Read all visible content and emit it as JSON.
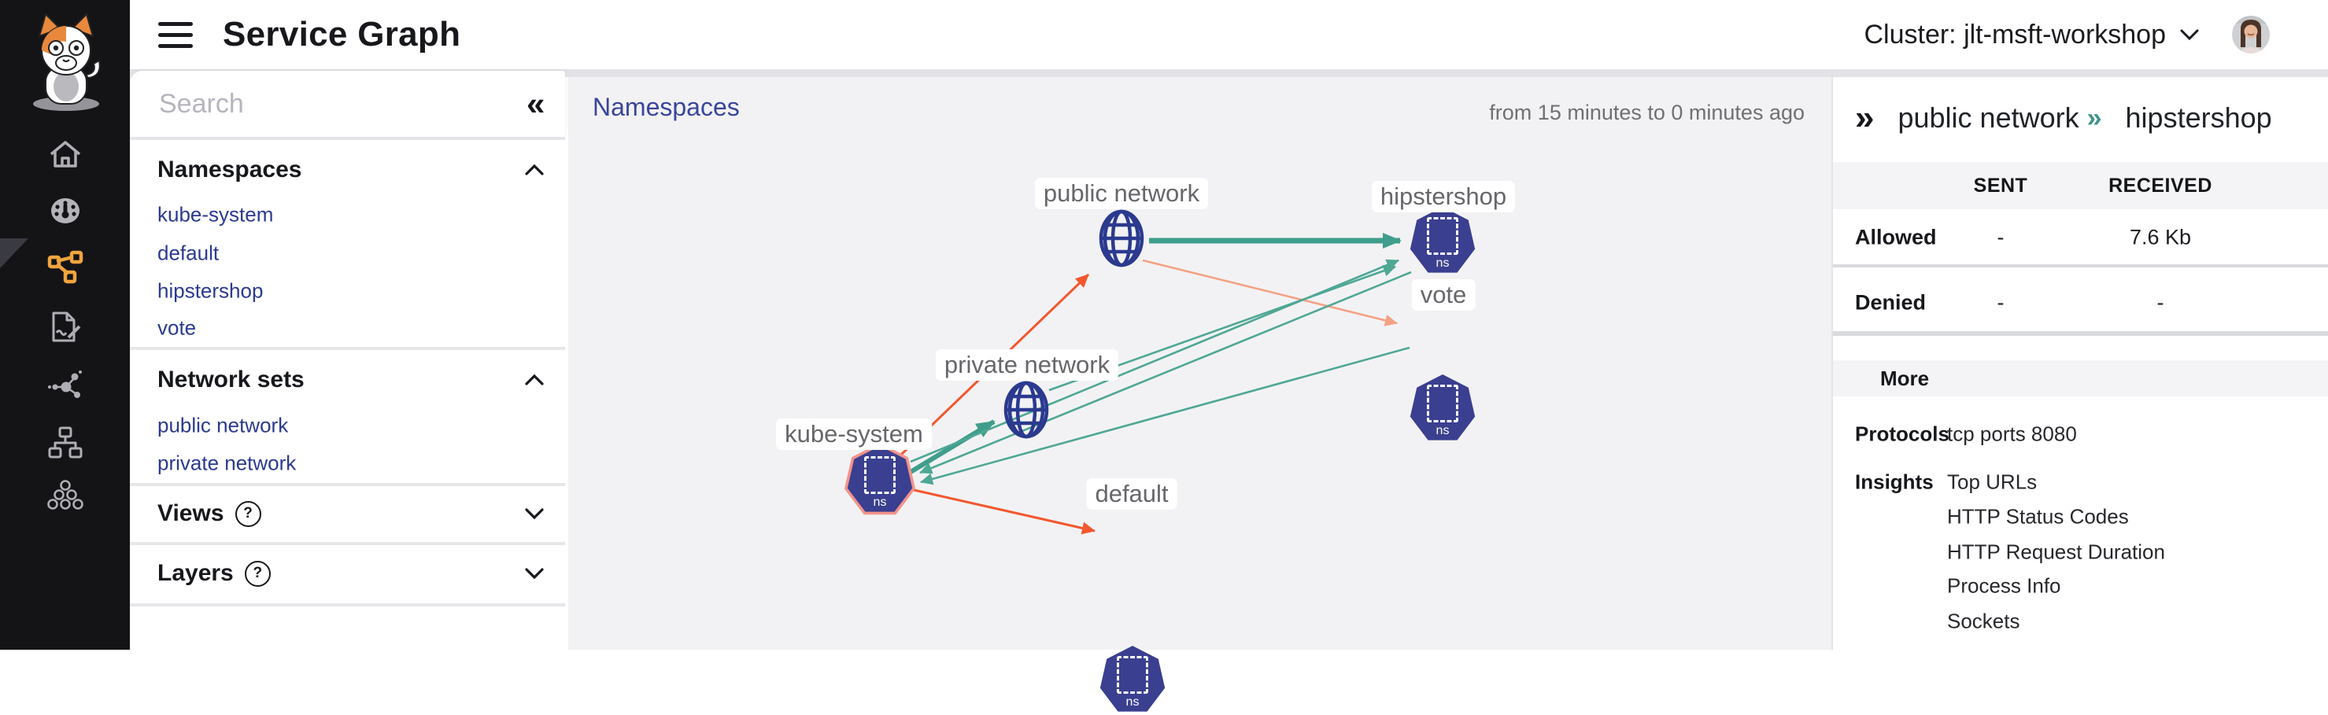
{
  "header": {
    "title": "Service Graph",
    "cluster_label": "Cluster: jlt-msft-workshop"
  },
  "icons": {
    "collapse": "«",
    "double_chevron": "»",
    "help": "?"
  },
  "sidebar": {
    "search_placeholder": "Search",
    "sections": [
      {
        "label": "Namespaces",
        "expanded": true,
        "items": [
          "kube-system",
          "default",
          "hipstershop",
          "vote"
        ]
      },
      {
        "label": "Network sets",
        "expanded": true,
        "items": [
          "public network",
          "private network"
        ]
      },
      {
        "label": "Views",
        "expanded": false,
        "items": []
      },
      {
        "label": "Layers",
        "expanded": false,
        "items": []
      }
    ]
  },
  "graph": {
    "title": "Namespaces",
    "time_range": "from 15 minutes to 0 minutes ago",
    "node_badge": "ns",
    "nodes": [
      {
        "label": "public network",
        "type": "network"
      },
      {
        "label": "hipstershop",
        "type": "namespace"
      },
      {
        "label": "vote",
        "type": "namespace"
      },
      {
        "label": "private network",
        "type": "network"
      },
      {
        "label": "kube-system",
        "type": "namespace",
        "highlighted": true
      },
      {
        "label": "default",
        "type": "namespace"
      }
    ],
    "edges": [
      {
        "from": "public network",
        "to": "hipstershop",
        "color": "teal",
        "weight": "thick"
      },
      {
        "from": "kube-system",
        "to": "private network",
        "color": "teal",
        "weight": "thick"
      },
      {
        "from": "kube-system",
        "to": "public network",
        "color": "orange",
        "weight": "thin"
      },
      {
        "from": "public network",
        "to": "vote",
        "color": "salmon",
        "weight": "thin"
      },
      {
        "from": "kube-system",
        "to": "hipstershop",
        "color": "teal",
        "weight": "thin"
      },
      {
        "from": "private network",
        "to": "hipstershop",
        "color": "teal",
        "weight": "thin"
      },
      {
        "from": "hipstershop",
        "to": "kube-system",
        "color": "teal",
        "weight": "thin"
      },
      {
        "from": "vote",
        "to": "kube-system",
        "color": "teal",
        "weight": "thin"
      },
      {
        "from": "kube-system",
        "to": "default",
        "color": "orange",
        "weight": "thin"
      }
    ]
  },
  "details_panel": {
    "source": "public network",
    "target": "hipstershop",
    "columns": [
      "SENT",
      "RECEIVED"
    ],
    "rows": [
      {
        "label": "Allowed",
        "sent": "-",
        "received": "7.6 Kb"
      },
      {
        "label": "Denied",
        "sent": "-",
        "received": "-"
      }
    ],
    "more_label": "More",
    "protocols_label": "Protocols",
    "protocols_value": "tcp ports 8080",
    "insights_label": "Insights",
    "insights": [
      "Top URLs",
      "HTTP Status Codes",
      "HTTP Request Duration",
      "Process Info",
      "Sockets"
    ]
  },
  "colors": {
    "accent_orange": "#f0a43c",
    "node_navy": "#3a3f90",
    "edge_teal": "#45a08e",
    "edge_orange": "#f2572e",
    "edge_salmon": "#f5a183",
    "highlight_ring": "#f2938a",
    "link_blue": "#2b3a8f"
  }
}
